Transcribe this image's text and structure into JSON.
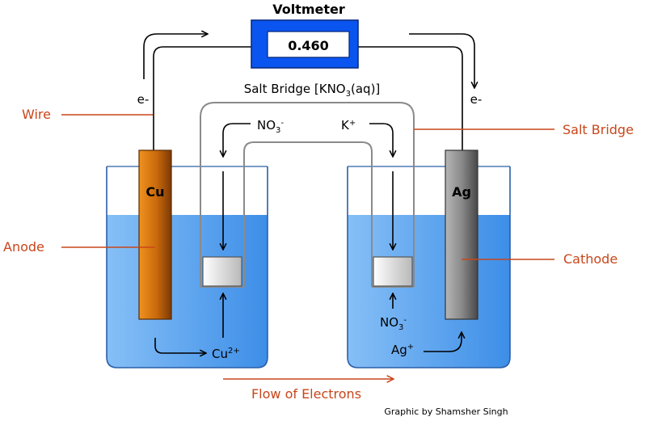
{
  "voltmeter": {
    "label": "Voltmeter",
    "reading": "0.460"
  },
  "salt_bridge": {
    "title_prefix": "Salt Bridge [KNO",
    "title_sub": "3",
    "title_suffix": "(aq)]"
  },
  "electrons": {
    "left": "e-",
    "right": "e-"
  },
  "ions": {
    "no3_top_main": "NO",
    "no3_top_sub": "3",
    "no3_top_sup": "-",
    "k_main": "K",
    "k_sup": "+",
    "no3_bottom_main": "NO",
    "no3_bottom_sub": "3",
    "no3_bottom_sup": "-",
    "cu_main": "Cu",
    "cu_sup": "2+",
    "ag_main": "Ag",
    "ag_sup": "+"
  },
  "electrodes": {
    "left": "Cu",
    "right": "Ag"
  },
  "labels": {
    "wire": "Wire",
    "anode": "Anode",
    "salt_bridge": "Salt Bridge",
    "cathode": "Cathode",
    "flow": "Flow of Electrons"
  },
  "credit": "Graphic by Shamsher Singh",
  "colors": {
    "accent_orange": "#c8461a",
    "voltmeter_blue": "#0a55f0",
    "solution_blue": "#4a98ee",
    "copper": "#c8690c",
    "silver": "#7a7a7a"
  }
}
